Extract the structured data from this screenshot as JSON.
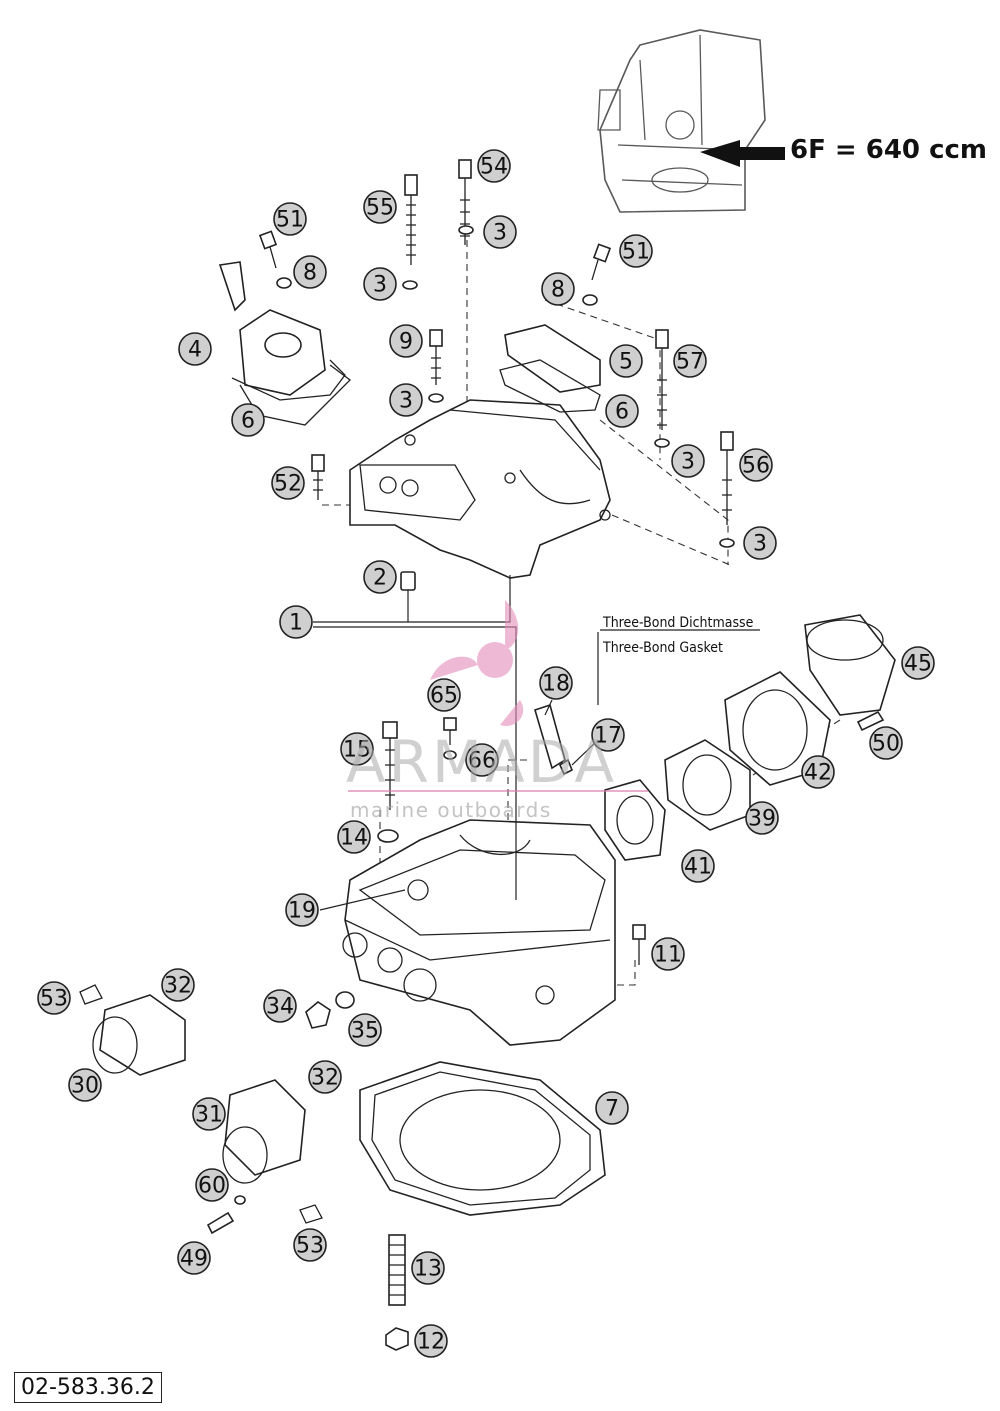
{
  "header": {
    "model_label": "6F = 640 ccm"
  },
  "notes": {
    "sealant_de": "Three-Bond Dichtmasse",
    "sealant_en": "Three-Bond Gasket"
  },
  "watermark": {
    "brand": "ARMADA",
    "tagline": "marine outboards",
    "accent_color": "#e48cb8"
  },
  "document_number": "02-583.36.2",
  "callouts": [
    {
      "label": "1"
    },
    {
      "label": "2"
    },
    {
      "label": "3"
    },
    {
      "label": "3"
    },
    {
      "label": "3"
    },
    {
      "label": "3"
    },
    {
      "label": "3"
    },
    {
      "label": "4"
    },
    {
      "label": "5"
    },
    {
      "label": "6"
    },
    {
      "label": "6"
    },
    {
      "label": "7"
    },
    {
      "label": "8"
    },
    {
      "label": "8"
    },
    {
      "label": "9"
    },
    {
      "label": "11"
    },
    {
      "label": "12"
    },
    {
      "label": "13"
    },
    {
      "label": "14"
    },
    {
      "label": "15"
    },
    {
      "label": "17"
    },
    {
      "label": "18"
    },
    {
      "label": "19"
    },
    {
      "label": "30"
    },
    {
      "label": "31"
    },
    {
      "label": "32"
    },
    {
      "label": "32"
    },
    {
      "label": "34"
    },
    {
      "label": "35"
    },
    {
      "label": "39"
    },
    {
      "label": "41"
    },
    {
      "label": "42"
    },
    {
      "label": "45"
    },
    {
      "label": "49"
    },
    {
      "label": "50"
    },
    {
      "label": "51"
    },
    {
      "label": "51"
    },
    {
      "label": "52"
    },
    {
      "label": "53"
    },
    {
      "label": "53"
    },
    {
      "label": "54"
    },
    {
      "label": "55"
    },
    {
      "label": "56"
    },
    {
      "label": "57"
    },
    {
      "label": "60"
    },
    {
      "label": "65"
    },
    {
      "label": "66"
    }
  ]
}
